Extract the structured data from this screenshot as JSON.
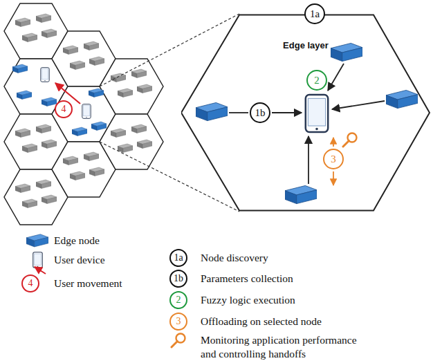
{
  "diagram": {
    "nodes": [
      {
        "text": [
          "Edge layer"
        ]
      }
    ],
    "labels": [
      "1a",
      "1b",
      "2",
      "3",
      "4",
      "4",
      "1a",
      "1b",
      "2",
      "3"
    ],
    "legend": [
      {
        "text": "Edge node"
      },
      {
        "text": "User device"
      },
      {
        "text": "User movement"
      },
      {
        "text": "Node discovery"
      },
      {
        "text": "Parameters collection"
      },
      {
        "text": "Fuzzy logic execution"
      },
      {
        "text": "Offloading on selected node"
      },
      {
        "text": "Monitoring application performance and controlling handoffs"
      }
    ]
  }
}
